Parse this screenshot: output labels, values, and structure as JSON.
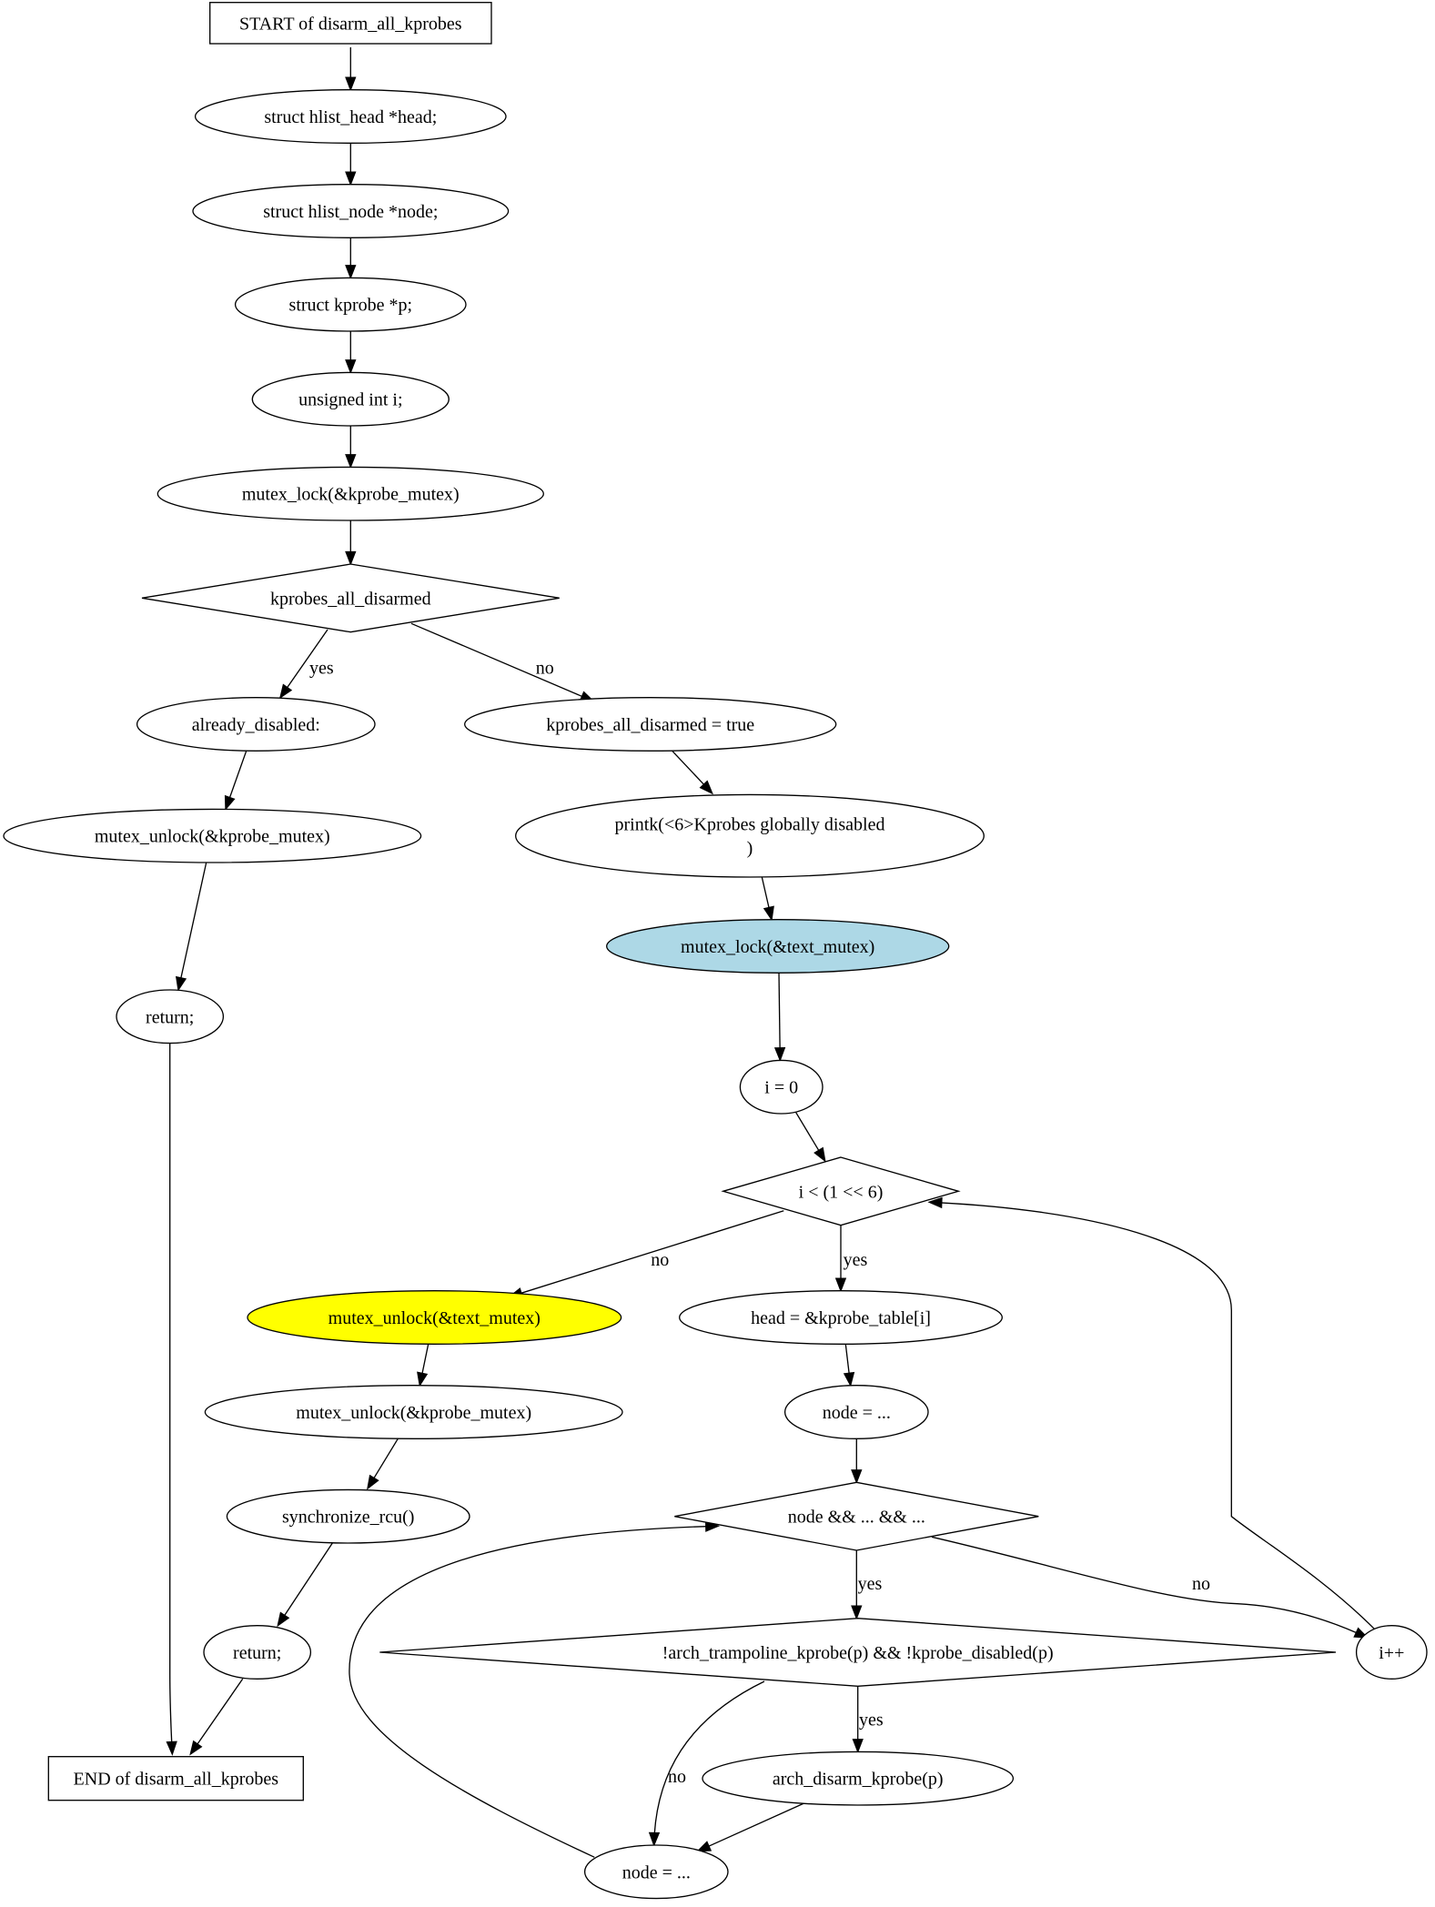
{
  "colors": {
    "background": "#ffffff",
    "stroke": "#000000",
    "default_fill": "#ffffff",
    "highlight_blue": "#add8e6",
    "highlight_yellow": "#ffff00"
  },
  "nodes": {
    "start": {
      "shape": "box",
      "fill": "#ffffff",
      "lines": [
        "START of disarm_all_kprobes"
      ]
    },
    "decl_head": {
      "shape": "ellipse",
      "fill": "#ffffff",
      "lines": [
        "struct hlist_head *head;"
      ]
    },
    "decl_node": {
      "shape": "ellipse",
      "fill": "#ffffff",
      "lines": [
        "struct hlist_node *node;"
      ]
    },
    "decl_p": {
      "shape": "ellipse",
      "fill": "#ffffff",
      "lines": [
        "struct kprobe *p;"
      ]
    },
    "decl_i": {
      "shape": "ellipse",
      "fill": "#ffffff",
      "lines": [
        "unsigned int i;"
      ]
    },
    "lock_kprobe": {
      "shape": "ellipse",
      "fill": "#ffffff",
      "lines": [
        "mutex_lock(&kprobe_mutex)"
      ]
    },
    "cond_disarmed": {
      "shape": "diamond",
      "fill": "#ffffff",
      "lines": [
        "kprobes_all_disarmed"
      ]
    },
    "already": {
      "shape": "ellipse",
      "fill": "#ffffff",
      "lines": [
        "already_disabled:"
      ]
    },
    "set_disarmed": {
      "shape": "ellipse",
      "fill": "#ffffff",
      "lines": [
        "kprobes_all_disarmed = true"
      ]
    },
    "unlock_kp1": {
      "shape": "ellipse",
      "fill": "#ffffff",
      "lines": [
        "mutex_unlock(&kprobe_mutex)"
      ]
    },
    "printk": {
      "shape": "ellipse",
      "fill": "#ffffff",
      "lines": [
        "printk(<6>Kprobes globally disabled",
        ")"
      ]
    },
    "lock_text": {
      "shape": "ellipse",
      "fill": "#add8e6",
      "lines": [
        "mutex_lock(&text_mutex)"
      ]
    },
    "return1": {
      "shape": "ellipse",
      "fill": "#ffffff",
      "lines": [
        "return;"
      ]
    },
    "i_init": {
      "shape": "ellipse",
      "fill": "#ffffff",
      "lines": [
        "i = 0"
      ]
    },
    "cond_i": {
      "shape": "diamond",
      "fill": "#ffffff",
      "lines": [
        "i < (1 << 6)"
      ]
    },
    "unlock_text": {
      "shape": "ellipse",
      "fill": "#ffff00",
      "lines": [
        "mutex_unlock(&text_mutex)"
      ]
    },
    "head_assign": {
      "shape": "ellipse",
      "fill": "#ffffff",
      "lines": [
        "head = &kprobe_table[i]"
      ]
    },
    "unlock_kp2": {
      "shape": "ellipse",
      "fill": "#ffffff",
      "lines": [
        "mutex_unlock(&kprobe_mutex)"
      ]
    },
    "node_assign1": {
      "shape": "ellipse",
      "fill": "#ffffff",
      "lines": [
        "node = ..."
      ]
    },
    "sync_rcu": {
      "shape": "ellipse",
      "fill": "#ffffff",
      "lines": [
        "synchronize_rcu()"
      ]
    },
    "cond_node": {
      "shape": "diamond",
      "fill": "#ffffff",
      "lines": [
        "node && ... && ..."
      ]
    },
    "return2": {
      "shape": "ellipse",
      "fill": "#ffffff",
      "lines": [
        "return;"
      ]
    },
    "cond_arch": {
      "shape": "diamond",
      "fill": "#ffffff",
      "lines": [
        "!arch_trampoline_kprobe(p) && !kprobe_disabled(p)"
      ]
    },
    "i_inc": {
      "shape": "ellipse",
      "fill": "#ffffff",
      "lines": [
        "i++"
      ]
    },
    "end": {
      "shape": "box",
      "fill": "#ffffff",
      "lines": [
        "END of disarm_all_kprobes"
      ]
    },
    "arch_disarm": {
      "shape": "ellipse",
      "fill": "#ffffff",
      "lines": [
        "arch_disarm_kprobe(p)"
      ]
    },
    "node_assign2": {
      "shape": "ellipse",
      "fill": "#ffffff",
      "lines": [
        "node = ..."
      ]
    }
  },
  "edges": [
    {
      "from": "start",
      "to": "decl_head",
      "label": ""
    },
    {
      "from": "decl_head",
      "to": "decl_node",
      "label": ""
    },
    {
      "from": "decl_node",
      "to": "decl_p",
      "label": ""
    },
    {
      "from": "decl_p",
      "to": "decl_i",
      "label": ""
    },
    {
      "from": "decl_i",
      "to": "lock_kprobe",
      "label": ""
    },
    {
      "from": "lock_kprobe",
      "to": "cond_disarmed",
      "label": ""
    },
    {
      "from": "cond_disarmed",
      "to": "already",
      "label": "yes"
    },
    {
      "from": "cond_disarmed",
      "to": "set_disarmed",
      "label": "no"
    },
    {
      "from": "already",
      "to": "unlock_kp1",
      "label": ""
    },
    {
      "from": "unlock_kp1",
      "to": "return1",
      "label": ""
    },
    {
      "from": "return1",
      "to": "end",
      "label": ""
    },
    {
      "from": "set_disarmed",
      "to": "printk",
      "label": ""
    },
    {
      "from": "printk",
      "to": "lock_text",
      "label": ""
    },
    {
      "from": "lock_text",
      "to": "i_init",
      "label": ""
    },
    {
      "from": "i_init",
      "to": "cond_i",
      "label": ""
    },
    {
      "from": "cond_i",
      "to": "unlock_text",
      "label": "no"
    },
    {
      "from": "cond_i",
      "to": "head_assign",
      "label": "yes"
    },
    {
      "from": "unlock_text",
      "to": "unlock_kp2",
      "label": ""
    },
    {
      "from": "unlock_kp2",
      "to": "sync_rcu",
      "label": ""
    },
    {
      "from": "sync_rcu",
      "to": "return2",
      "label": ""
    },
    {
      "from": "return2",
      "to": "end",
      "label": ""
    },
    {
      "from": "head_assign",
      "to": "node_assign1",
      "label": ""
    },
    {
      "from": "node_assign1",
      "to": "cond_node",
      "label": ""
    },
    {
      "from": "cond_node",
      "to": "cond_arch",
      "label": "yes"
    },
    {
      "from": "cond_node",
      "to": "i_inc",
      "label": "no"
    },
    {
      "from": "cond_arch",
      "to": "arch_disarm",
      "label": "yes"
    },
    {
      "from": "cond_arch",
      "to": "node_assign2",
      "label": "no"
    },
    {
      "from": "arch_disarm",
      "to": "node_assign2",
      "label": ""
    },
    {
      "from": "node_assign2",
      "to": "cond_node",
      "label": ""
    },
    {
      "from": "i_inc",
      "to": "cond_i",
      "label": ""
    }
  ]
}
